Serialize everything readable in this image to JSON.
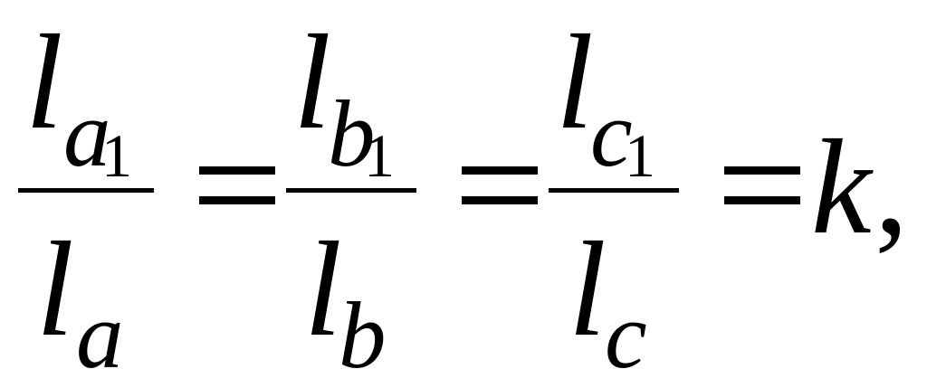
{
  "equation": {
    "fractions": [
      {
        "numerator": {
          "base": "l",
          "sub": "a",
          "subsub": "1"
        },
        "denominator": {
          "base": "l",
          "sub": "a"
        }
      },
      {
        "numerator": {
          "base": "l",
          "sub": "b",
          "subsub": "1"
        },
        "denominator": {
          "base": "l",
          "sub": "b"
        }
      },
      {
        "numerator": {
          "base": "l",
          "sub": "c",
          "subsub": "1"
        },
        "denominator": {
          "base": "l",
          "sub": "c"
        }
      }
    ],
    "equals": "=",
    "result": "k",
    "trailing": ","
  }
}
